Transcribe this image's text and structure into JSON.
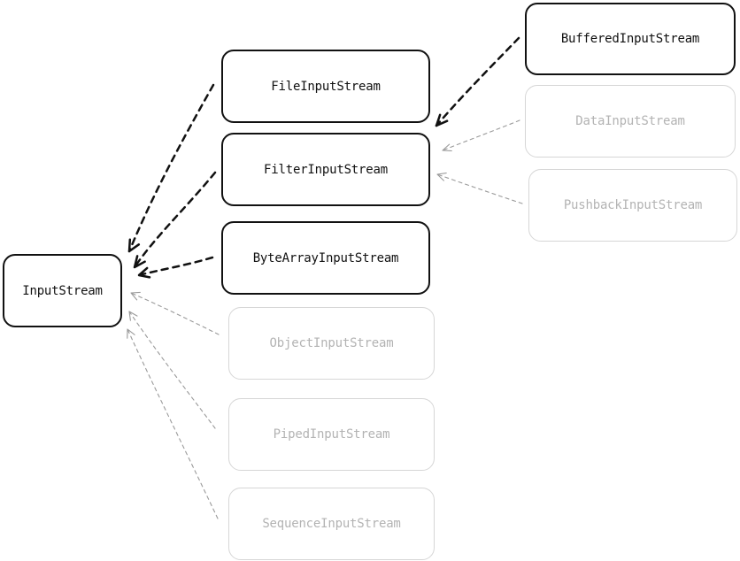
{
  "diagram": {
    "nodes": {
      "inputstream": {
        "label": "InputStream",
        "emphasis": "strong"
      },
      "fileinputstream": {
        "label": "FileInputStream",
        "emphasis": "strong"
      },
      "filterinputstream": {
        "label": "FilterInputStream",
        "emphasis": "strong"
      },
      "bytearrayinputstream": {
        "label": "ByteArrayInputStream",
        "emphasis": "strong"
      },
      "objectinputstream": {
        "label": "ObjectInputStream",
        "emphasis": "faint"
      },
      "pipedinputstream": {
        "label": "PipedInputStream",
        "emphasis": "faint"
      },
      "sequenceinputstream": {
        "label": "SequenceInputStream",
        "emphasis": "faint"
      },
      "bufferedinputstream": {
        "label": "BufferedInputStream",
        "emphasis": "strong"
      },
      "datainputstream": {
        "label": "DataInputStream",
        "emphasis": "faint"
      },
      "pushbackinputstream": {
        "label": "PushbackInputStream",
        "emphasis": "faint"
      }
    },
    "edges": [
      {
        "from": "fileinputstream",
        "to": "inputstream",
        "style": "strong-dashed"
      },
      {
        "from": "filterinputstream",
        "to": "inputstream",
        "style": "strong-dashed"
      },
      {
        "from": "bytearrayinputstream",
        "to": "inputstream",
        "style": "strong-dashed"
      },
      {
        "from": "objectinputstream",
        "to": "inputstream",
        "style": "faint-dashed"
      },
      {
        "from": "pipedinputstream",
        "to": "inputstream",
        "style": "faint-dashed"
      },
      {
        "from": "sequenceinputstream",
        "to": "inputstream",
        "style": "faint-dashed"
      },
      {
        "from": "bufferedinputstream",
        "to": "filterinputstream",
        "style": "strong-dashed"
      },
      {
        "from": "datainputstream",
        "to": "filterinputstream",
        "style": "faint-dashed"
      },
      {
        "from": "pushbackinputstream",
        "to": "filterinputstream",
        "style": "faint-dashed"
      }
    ],
    "colors": {
      "strong_stroke": "#111111",
      "faint_stroke": "#9a9a9a",
      "faint_border": "#d6d6d6",
      "faint_text": "#b3b3b3",
      "background": "#ffffff"
    }
  }
}
